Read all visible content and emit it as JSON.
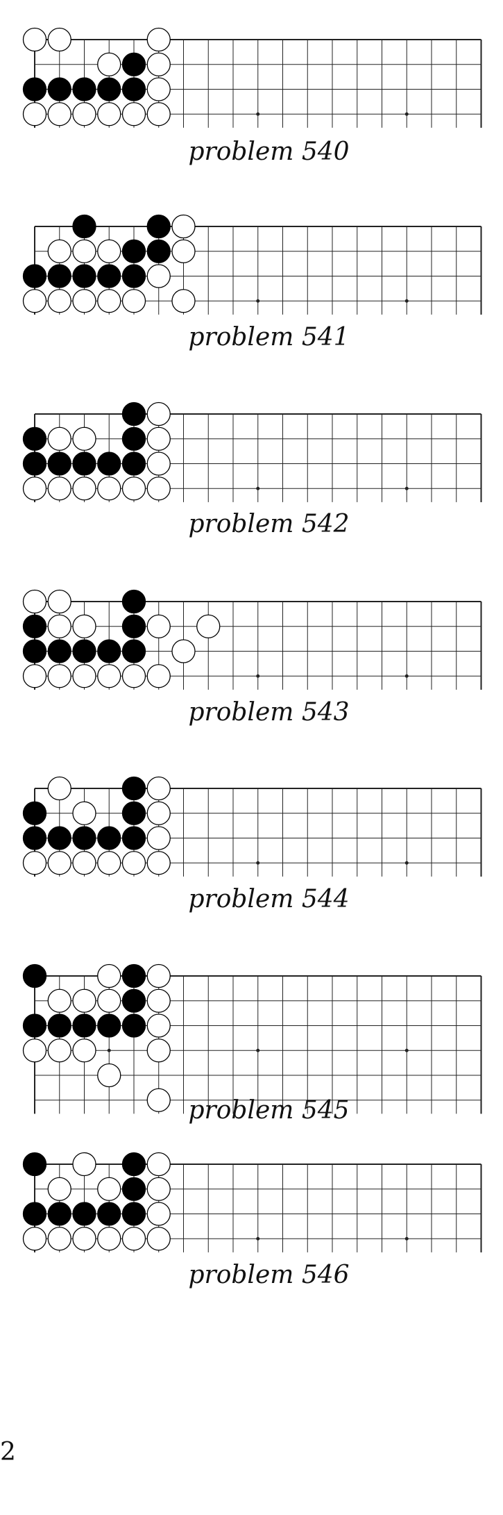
{
  "page": {
    "number": "2"
  },
  "problems": [
    {
      "caption": "problem 540",
      "black": [
        [
          4,
          1
        ],
        [
          0,
          2
        ],
        [
          1,
          2
        ],
        [
          2,
          2
        ],
        [
          3,
          2
        ],
        [
          4,
          2
        ]
      ],
      "white": [
        [
          0,
          0
        ],
        [
          1,
          0
        ],
        [
          5,
          0
        ],
        [
          3,
          1
        ],
        [
          5,
          1
        ],
        [
          5,
          2
        ],
        [
          0,
          3
        ],
        [
          1,
          3
        ],
        [
          2,
          3
        ],
        [
          3,
          3
        ],
        [
          4,
          3
        ],
        [
          5,
          3
        ]
      ]
    },
    {
      "caption": "problem 541",
      "black": [
        [
          2,
          0
        ],
        [
          5,
          0
        ],
        [
          4,
          1
        ],
        [
          5,
          1
        ],
        [
          0,
          2
        ],
        [
          1,
          2
        ],
        [
          2,
          2
        ],
        [
          3,
          2
        ],
        [
          4,
          2
        ]
      ],
      "white": [
        [
          6,
          0
        ],
        [
          1,
          1
        ],
        [
          2,
          1
        ],
        [
          3,
          1
        ],
        [
          6,
          1
        ],
        [
          5,
          2
        ],
        [
          0,
          3
        ],
        [
          1,
          3
        ],
        [
          2,
          3
        ],
        [
          3,
          3
        ],
        [
          4,
          3
        ],
        [
          6,
          3
        ]
      ]
    },
    {
      "caption": "problem 542",
      "black": [
        [
          4,
          0
        ],
        [
          0,
          1
        ],
        [
          4,
          1
        ],
        [
          0,
          2
        ],
        [
          1,
          2
        ],
        [
          2,
          2
        ],
        [
          3,
          2
        ],
        [
          4,
          2
        ]
      ],
      "white": [
        [
          5,
          0
        ],
        [
          1,
          1
        ],
        [
          2,
          1
        ],
        [
          5,
          1
        ],
        [
          5,
          2
        ],
        [
          0,
          3
        ],
        [
          1,
          3
        ],
        [
          2,
          3
        ],
        [
          3,
          3
        ],
        [
          4,
          3
        ],
        [
          5,
          3
        ]
      ]
    },
    {
      "caption": "problem 543",
      "black": [
        [
          4,
          0
        ],
        [
          0,
          1
        ],
        [
          4,
          1
        ],
        [
          0,
          2
        ],
        [
          1,
          2
        ],
        [
          2,
          2
        ],
        [
          3,
          2
        ],
        [
          4,
          2
        ]
      ],
      "white": [
        [
          0,
          0
        ],
        [
          1,
          0
        ],
        [
          1,
          1
        ],
        [
          2,
          1
        ],
        [
          5,
          1
        ],
        [
          7,
          1
        ],
        [
          6,
          2
        ],
        [
          0,
          3
        ],
        [
          1,
          3
        ],
        [
          2,
          3
        ],
        [
          3,
          3
        ],
        [
          4,
          3
        ],
        [
          5,
          3
        ]
      ]
    },
    {
      "caption": "problem 544",
      "black": [
        [
          4,
          0
        ],
        [
          0,
          1
        ],
        [
          4,
          1
        ],
        [
          0,
          2
        ],
        [
          1,
          2
        ],
        [
          2,
          2
        ],
        [
          3,
          2
        ],
        [
          4,
          2
        ]
      ],
      "white": [
        [
          1,
          0
        ],
        [
          5,
          0
        ],
        [
          2,
          1
        ],
        [
          5,
          1
        ],
        [
          5,
          2
        ],
        [
          0,
          3
        ],
        [
          1,
          3
        ],
        [
          2,
          3
        ],
        [
          3,
          3
        ],
        [
          4,
          3
        ],
        [
          5,
          3
        ]
      ]
    },
    {
      "caption": "problem 545",
      "black": [
        [
          0,
          0
        ],
        [
          4,
          0
        ],
        [
          4,
          1
        ],
        [
          0,
          2
        ],
        [
          1,
          2
        ],
        [
          2,
          2
        ],
        [
          3,
          2
        ],
        [
          4,
          2
        ]
      ],
      "white": [
        [
          3,
          0
        ],
        [
          5,
          0
        ],
        [
          1,
          1
        ],
        [
          2,
          1
        ],
        [
          3,
          1
        ],
        [
          5,
          1
        ],
        [
          5,
          2
        ],
        [
          0,
          3
        ],
        [
          1,
          3
        ],
        [
          2,
          3
        ],
        [
          5,
          3
        ],
        [
          3,
          4
        ],
        [
          5,
          5
        ]
      ]
    },
    {
      "caption": "problem 546",
      "black": [
        [
          0,
          0
        ],
        [
          4,
          0
        ],
        [
          4,
          1
        ],
        [
          0,
          2
        ],
        [
          1,
          2
        ],
        [
          2,
          2
        ],
        [
          3,
          2
        ],
        [
          4,
          2
        ]
      ],
      "white": [
        [
          2,
          0
        ],
        [
          5,
          0
        ],
        [
          1,
          1
        ],
        [
          3,
          1
        ],
        [
          5,
          1
        ],
        [
          5,
          2
        ],
        [
          0,
          3
        ],
        [
          1,
          3
        ],
        [
          2,
          3
        ],
        [
          3,
          3
        ],
        [
          4,
          3
        ],
        [
          5,
          3
        ]
      ]
    }
  ]
}
